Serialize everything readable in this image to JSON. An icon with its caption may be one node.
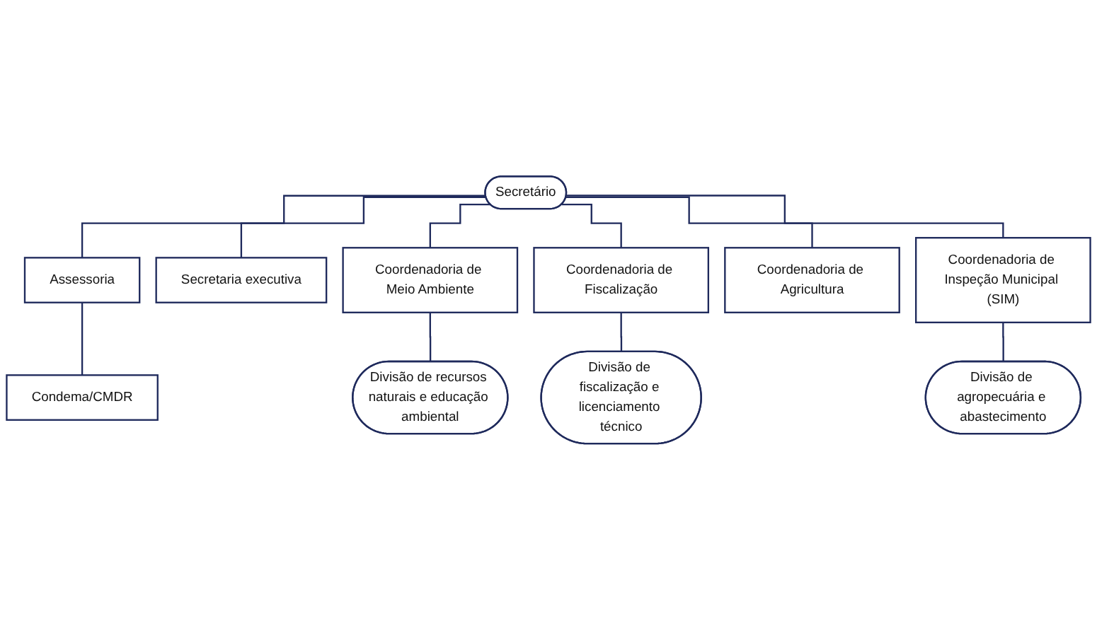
{
  "diagram": {
    "nodes": [
      {
        "text": [
          "Secretário"
        ]
      },
      {
        "text": [
          "Assessoria"
        ]
      },
      {
        "text": [
          "Condema/CMDR"
        ]
      },
      {
        "text": [
          "Secretaria executiva"
        ]
      },
      {
        "text": [
          "Coordenadoria de Meio Ambiente"
        ]
      },
      {
        "text": [
          "Coordenadoria de Fiscalização"
        ]
      },
      {
        "text": [
          "Coordenadoria de Agricultura"
        ]
      },
      {
        "text": [
          "Coordenadoria de Inspeção Municipal (SIM)"
        ]
      },
      {
        "text": [
          "Divisão de recursos naturais e educação ambiental"
        ]
      },
      {
        "text": [
          "Divisão de fiscalização e licenciamento técnico"
        ]
      },
      {
        "text": [
          "Divisão de agropecuária e abastecimento"
        ]
      }
    ],
    "edges": [
      {
        "from": 0,
        "to": 1,
        "arrow": "none"
      },
      {
        "from": 1,
        "to": 2,
        "arrow": "none"
      },
      {
        "from": 0,
        "to": 3,
        "arrow": "none"
      },
      {
        "from": 0,
        "to": 4,
        "arrow": "none"
      },
      {
        "from": 0,
        "to": 5,
        "arrow": "none"
      },
      {
        "from": 0,
        "to": 6,
        "arrow": "none"
      },
      {
        "from": 0,
        "to": 7,
        "arrow": "none"
      },
      {
        "from": 4,
        "to": 8,
        "arrow": "none"
      },
      {
        "from": 5,
        "to": 9,
        "arrow": "none"
      },
      {
        "from": 7,
        "to": 10,
        "arrow": "none"
      }
    ]
  }
}
